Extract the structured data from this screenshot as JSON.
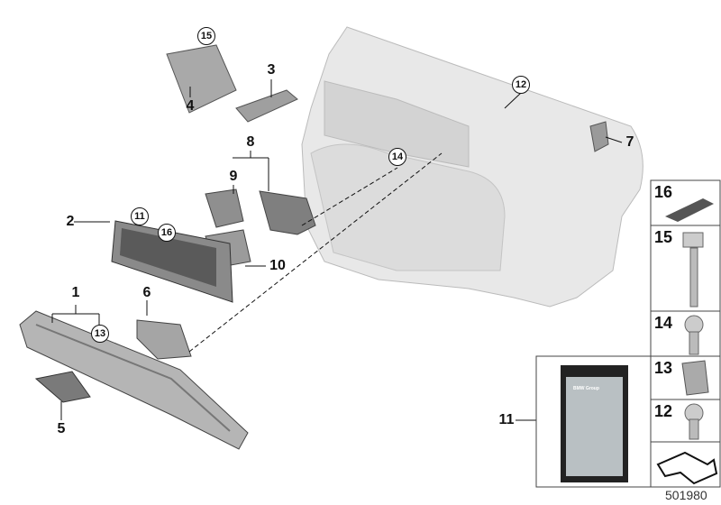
{
  "callouts": {
    "p1": "1",
    "p2": "2",
    "p3": "3",
    "p4": "4",
    "p5": "5",
    "p6": "6",
    "p7": "7",
    "p8": "8",
    "p9": "9",
    "p10": "10",
    "p11": "11",
    "c11": "11",
    "c12": "12",
    "c13": "13",
    "c14": "14",
    "c15": "15",
    "c16": "16"
  },
  "parts_column": [
    "16",
    "15",
    "14",
    "13",
    "12"
  ],
  "kit_bag_brand": "BMW Group",
  "diagram_number": "501980",
  "colors": {
    "part_fill": "#c8c8c8",
    "panel_fill": "#e6e6e6",
    "line": "#111111"
  }
}
